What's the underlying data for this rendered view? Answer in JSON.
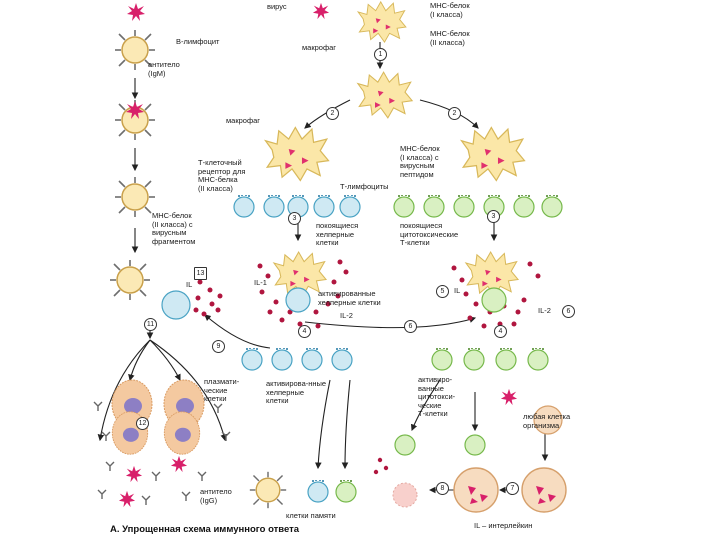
{
  "labels": {
    "virus": "вирус",
    "mhc1": "МНС-белок\n(I класса)",
    "mhc2": "МНС-белок\n(II класса)",
    "macrophage_top": "макрофаг",
    "macrophage_left": "макрофаг",
    "b_cell": "В-лимфоцит",
    "antibody_igm": "антитело\n(IgM)",
    "tcr": "Т-клеточный\nрецептор для\nМНС-белка\n(II класса)",
    "mhc1_viral": "МНС-белок\n(I класса) с\nвирусным\nпептидом",
    "t_lymphocytes": "Т-лимфоциты",
    "mhc2_fragment": "МНС-белок\n(II класса) с\nвирусным\nфрагментом",
    "resting_helpers": "покоящиеся\nхелперные\nклетки",
    "resting_cytotoxic": "покоящиеся\nцитотоксические\nТ-клетки",
    "activated_helpers": "активированные\nхелперные клетки",
    "plasma_cells": "плазмати-\nческие\nклетки",
    "activated_cells": "активирова-нные\nхелперные\nклетки",
    "activated_cytotoxic": "активиро-\nванные\nцитотокси-\nческие\nТ-клетки",
    "any_cell": "любая клетка\nорганизма",
    "antibody_igg": "антитело\n(IgG)",
    "memory_cells": "клетки памяти",
    "il_legend": "IL – интерлейкин",
    "il1": "IL-1",
    "il_left": "IL",
    "il_right": "IL",
    "il2_center": "IL-2",
    "il2_right": "IL-2"
  },
  "steps": {
    "s1": "1",
    "s2a": "2",
    "s2b": "2",
    "s3a": "3",
    "s3b": "3",
    "s4a": "4",
    "s4b": "4",
    "s5": "5",
    "s6a": "6",
    "s6b": "6",
    "s7": "7",
    "s8": "8",
    "s9": "9",
    "s11": "11",
    "s12": "12",
    "s13": "13"
  },
  "caption": "А. Упрощенная схема иммунного ответа",
  "colors": {
    "macrophage": "#fbe7a8",
    "macrophage_edge": "#d8b85a",
    "virus": "#d8206a",
    "helper": "#cfe9f3",
    "helper_edge": "#4aa3c4",
    "cytotoxic": "#d9f0c2",
    "cytotoxic_edge": "#77b94c",
    "plasma": "#f4c9a0",
    "plasma_nucleus": "#8d7fc4",
    "target": "#f7dcc0",
    "il_dot": "#b0163f"
  }
}
